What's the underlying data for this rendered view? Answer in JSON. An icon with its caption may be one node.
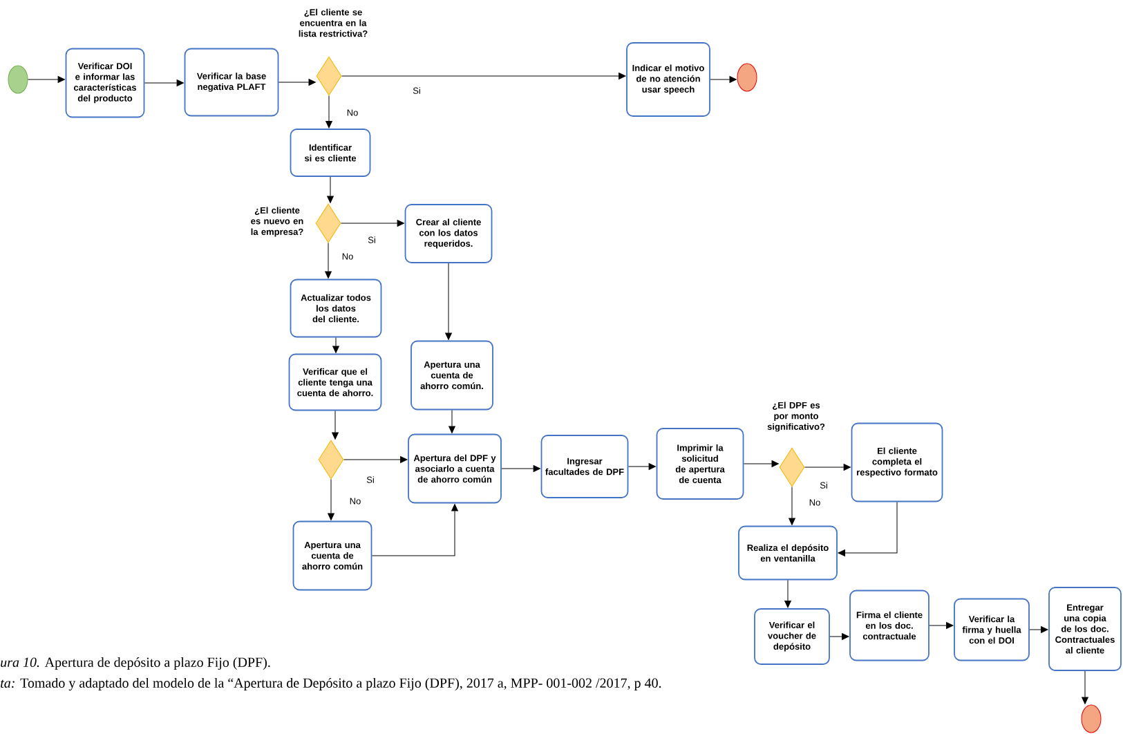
{
  "diagram": {
    "caption": "*ura 10.* Apertura de depósito a plazo Fijo (DPF).",
    "nodes": [
      {
        "text": [],
        "shape": "circle"
      },
      {
        "text": [
          "Verificar DOI e informar las características del producto"
        ]
      },
      {
        "text": [
          "Verificar la base negativa PLAFT"
        ]
      },
      {
        "text": [
          "¿El cliente se encuentra en la lista restrictiva?"
        ]
      },
      {
        "text": [
          "Indicar el motivo de no atención usar speech"
        ]
      },
      {
        "text": [],
        "shape": "circle"
      },
      {
        "text": [
          "Identificar si es cliente"
        ]
      },
      {
        "text": [
          "¿El cliente es nuevo en la empresa?"
        ]
      },
      {
        "text": [
          "Crear al cliente con los datos requeridos."
        ]
      },
      {
        "text": [
          "Actualizar todos los datos del cliente."
        ]
      },
      {
        "text": [
          "Verificar que el cliente tenga una cuenta de ahorro."
        ]
      },
      {
        "text": [
          "Apertura una cuenta de ahorro común."
        ]
      },
      {
        "text": [],
        "shape": "diamond"
      },
      {
        "text": [
          "Apertura del DPF y asociarlo a cuenta de ahorro común"
        ]
      },
      {
        "text": [
          "Apertura una cuenta de ahorro común"
        ]
      },
      {
        "text": [
          "Ingresar facultades de DPF"
        ]
      },
      {
        "text": [
          "Imprimir la solicitud de apertura de cuenta"
        ]
      },
      {
        "text": [
          "¿El DPF es por monto significativo?"
        ]
      },
      {
        "text": [
          "El cliente completa el respectivo formato"
        ]
      },
      {
        "text": [
          "Realiza el depósito en ventanilla"
        ]
      },
      {
        "text": [
          "Verificar el voucher de depósito"
        ]
      },
      {
        "text": [
          "Firma el cliente en los doc. contractuale"
        ]
      },
      {
        "text": [
          "Verificar la firma y huella con el DOI"
        ]
      },
      {
        "text": [
          "Entregar una copia de los doc. Contractuales al cliente"
        ]
      },
      {
        "text": [],
        "shape": "circle"
      }
    ],
    "edges": [
      {
        "from": 0,
        "to": 1,
        "arrow": "to"
      },
      {
        "from": 1,
        "to": 2,
        "arrow": "to"
      },
      {
        "from": 2,
        "to": 3,
        "arrow": "to"
      },
      {
        "from": 3,
        "to": 4,
        "arrow": "to",
        "label": "Si"
      },
      {
        "from": 4,
        "to": 5,
        "arrow": "to"
      },
      {
        "from": 3,
        "to": 6,
        "arrow": "to",
        "label": "No"
      },
      {
        "from": 6,
        "to": 7,
        "arrow": "to"
      },
      {
        "from": 7,
        "to": 8,
        "arrow": "to",
        "label": "Si"
      },
      {
        "from": 7,
        "to": 9,
        "arrow": "to",
        "label": "No"
      },
      {
        "from": 9,
        "to": 10,
        "arrow": "to"
      },
      {
        "from": 8,
        "to": 11,
        "arrow": "to"
      },
      {
        "from": 10,
        "to": 12,
        "arrow": "to"
      },
      {
        "from": 12,
        "to": 13,
        "arrow": "to",
        "label": "Si"
      },
      {
        "from": 12,
        "to": 14,
        "arrow": "to",
        "label": "No"
      },
      {
        "from": 14,
        "to": 13,
        "arrow": "to"
      },
      {
        "from": 11,
        "to": 13,
        "arrow": "to"
      },
      {
        "from": 13,
        "to": 15,
        "arrow": "to"
      },
      {
        "from": 15,
        "to": 16,
        "arrow": "to"
      },
      {
        "from": 16,
        "to": 17,
        "arrow": "to"
      },
      {
        "from": 17,
        "to": 18,
        "arrow": "to",
        "label": "Si"
      },
      {
        "from": 17,
        "to": 19,
        "arrow": "to",
        "label": "No"
      },
      {
        "from": 18,
        "to": 19,
        "arrow": "to"
      },
      {
        "from": 19,
        "to": 20,
        "arrow": "to"
      },
      {
        "from": 20,
        "to": 21,
        "arrow": "to"
      },
      {
        "from": 21,
        "to": 22,
        "arrow": "to"
      },
      {
        "from": 22,
        "to": 23,
        "arrow": "to"
      },
      {
        "from": 23,
        "to": 24,
        "arrow": "to"
      }
    ],
    "labels": [
      "*ta:* Tomado y adaptado del modelo de la “Apertura de Depósito a plazo Fijo (DPF), 2017 a, MPP- 001-002 /2017, p 40."
    ]
  }
}
